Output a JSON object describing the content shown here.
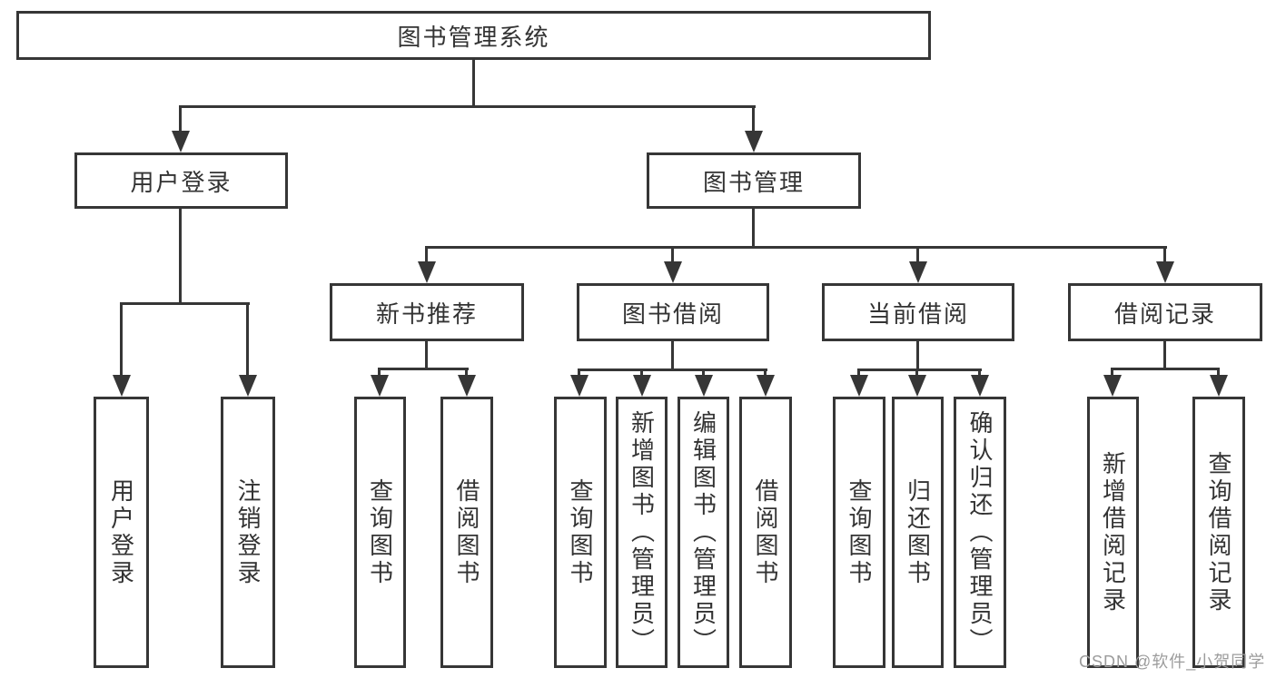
{
  "colors": {
    "line": "#363636",
    "box_border": "#363636",
    "text": "#333333",
    "watermark": "#9c9c9c",
    "background": "#ffffff"
  },
  "tree": {
    "root": "图书管理系统",
    "branches": [
      {
        "label": "用户登录",
        "children": [
          "用户登录",
          "注销登录"
        ]
      },
      {
        "label": "图书管理",
        "children": [
          {
            "label": "新书推荐",
            "children": [
              "查询图书",
              "借阅图书"
            ]
          },
          {
            "label": "图书借阅",
            "children": [
              "查询图书",
              "新增图书（管理员）",
              "编辑图书（管理员）",
              "借阅图书"
            ]
          },
          {
            "label": "当前借阅",
            "children": [
              "查询图书",
              "归还图书",
              "确认归还（管理员）"
            ]
          },
          {
            "label": "借阅记录",
            "children": [
              "新增借阅记录",
              "查询借阅记录"
            ]
          }
        ]
      }
    ]
  },
  "watermark": "CSDN @软件_小贺同学"
}
